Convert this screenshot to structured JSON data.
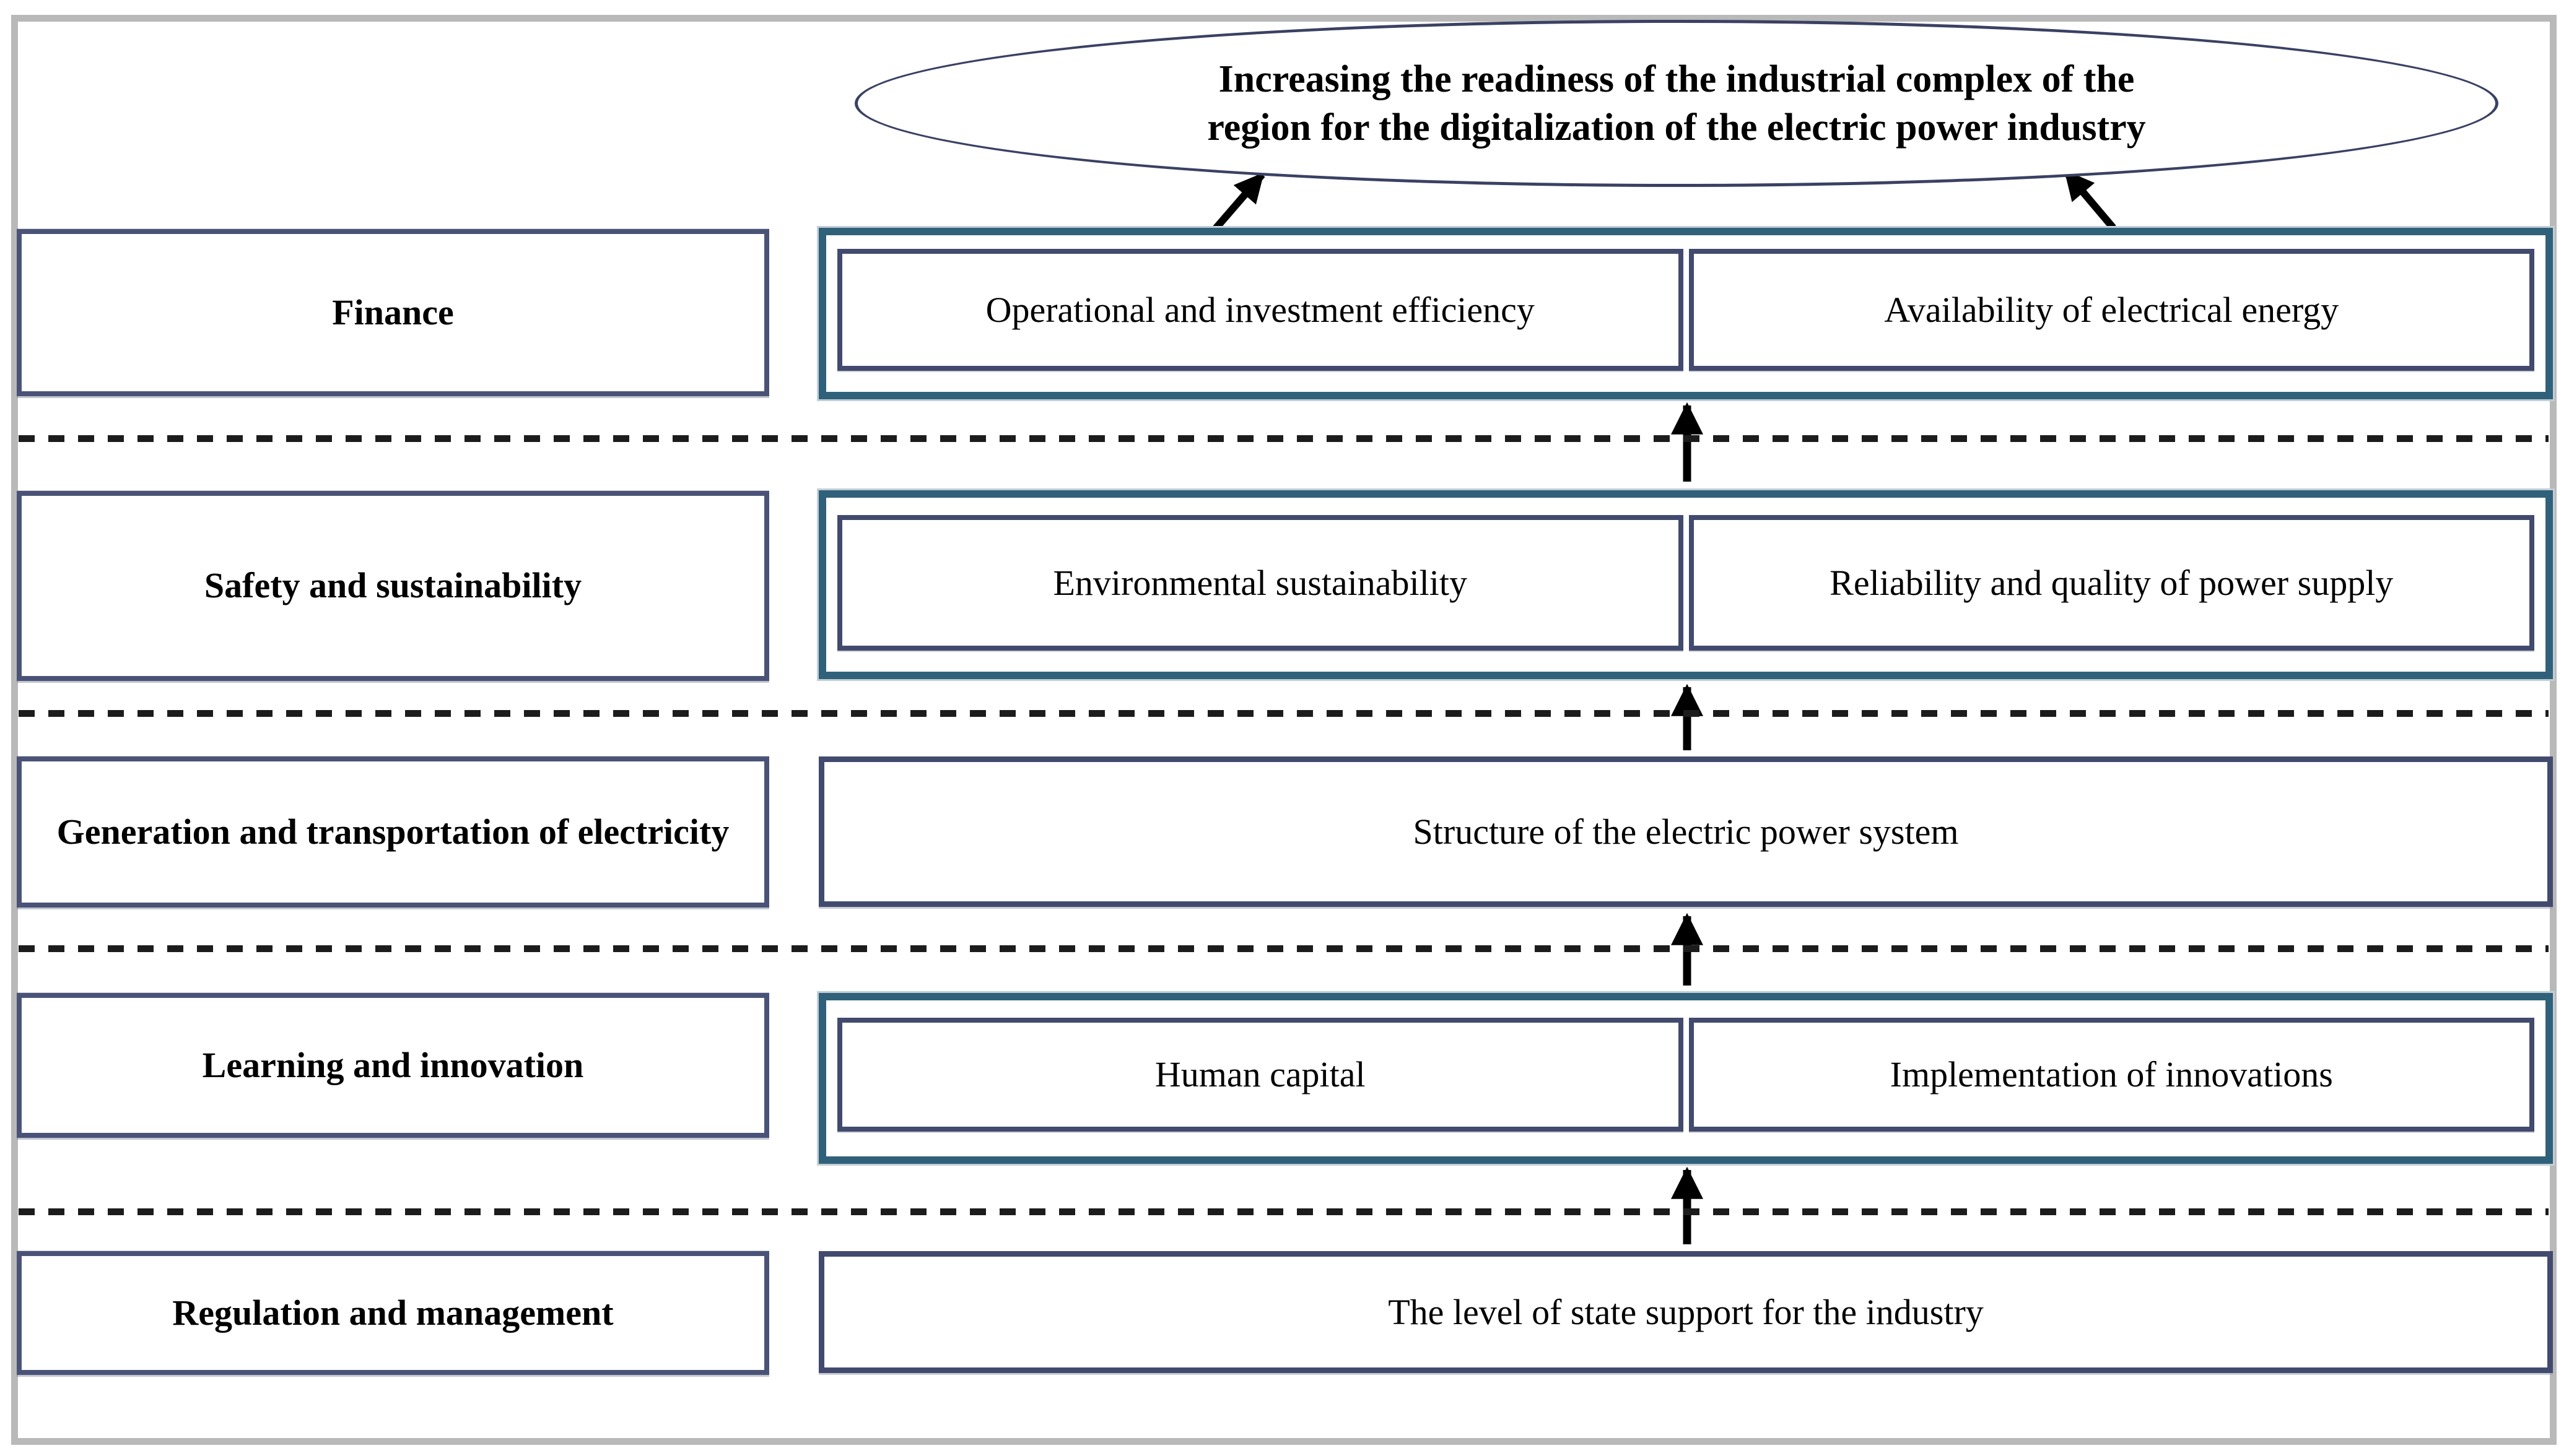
{
  "goal": {
    "line1": "Increasing the readiness of the industrial complex of the",
    "line2": "region for the digitalization of the electric power industry"
  },
  "rows": [
    {
      "category": "Finance",
      "type": "double",
      "items": [
        "Operational and investment efficiency",
        "Availability of electrical energy"
      ]
    },
    {
      "category": "Safety and sustainability",
      "type": "double",
      "items": [
        "Environmental sustainability",
        "Reliability and quality of power supply"
      ]
    },
    {
      "category": "Generation and transportation of electricity",
      "type": "single",
      "items": [
        "Structure of the electric power system"
      ]
    },
    {
      "category": "Learning and innovation",
      "type": "double",
      "items": [
        "Human capital",
        "Implementation of innovations"
      ]
    },
    {
      "category": "Regulation and management",
      "type": "single",
      "items": [
        "The level of state support for the industry"
      ]
    }
  ],
  "colors": {
    "teal": "#30617a",
    "navy": "#424a6e",
    "slate": "#4a5377",
    "ellipse": "#3a4163",
    "frame": "#b9b9b9",
    "dash": "#1c1c1c",
    "arrow": "#000000"
  }
}
